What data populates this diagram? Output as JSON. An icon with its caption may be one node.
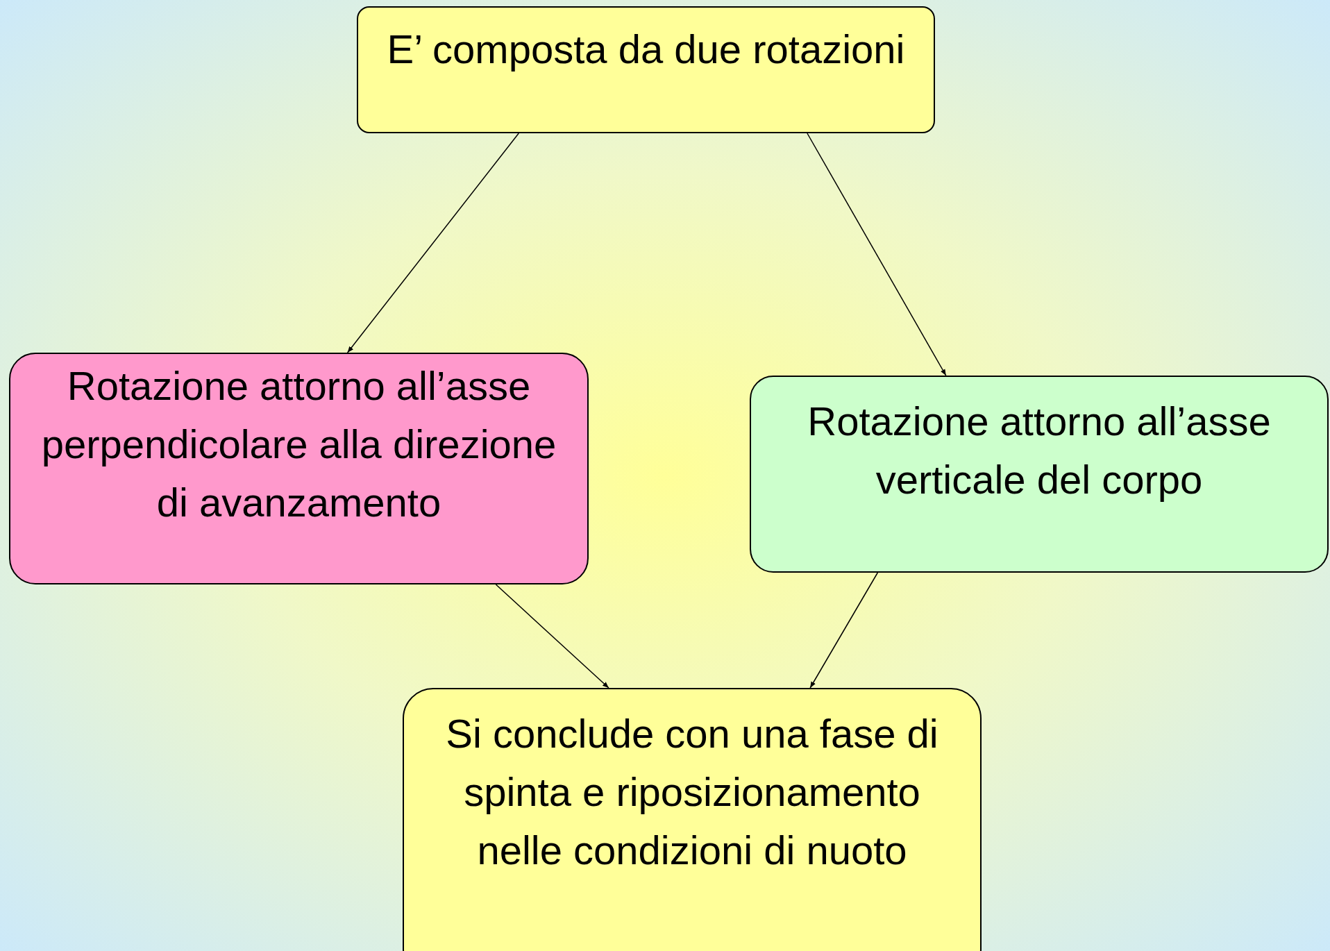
{
  "diagram": {
    "nodes": [
      {
        "text": [
          "E’ composta da due rotazioni"
        ]
      },
      {
        "text": [
          "Rotazione attorno all’asse perpendicolare alla direzione di avanzamento"
        ]
      },
      {
        "text": [
          "Rotazione attorno all’asse verticale del corpo"
        ]
      },
      {
        "text": [
          "Si conclude con una fase di spinta e riposizionamento nelle condizioni di nuoto"
        ]
      }
    ],
    "edges": [
      {
        "from": 0,
        "to": 1,
        "arrow": "to"
      },
      {
        "from": 0,
        "to": 2,
        "arrow": "to"
      },
      {
        "from": 1,
        "to": 3,
        "arrow": "to"
      },
      {
        "from": 2,
        "to": 3,
        "arrow": "to"
      }
    ]
  }
}
